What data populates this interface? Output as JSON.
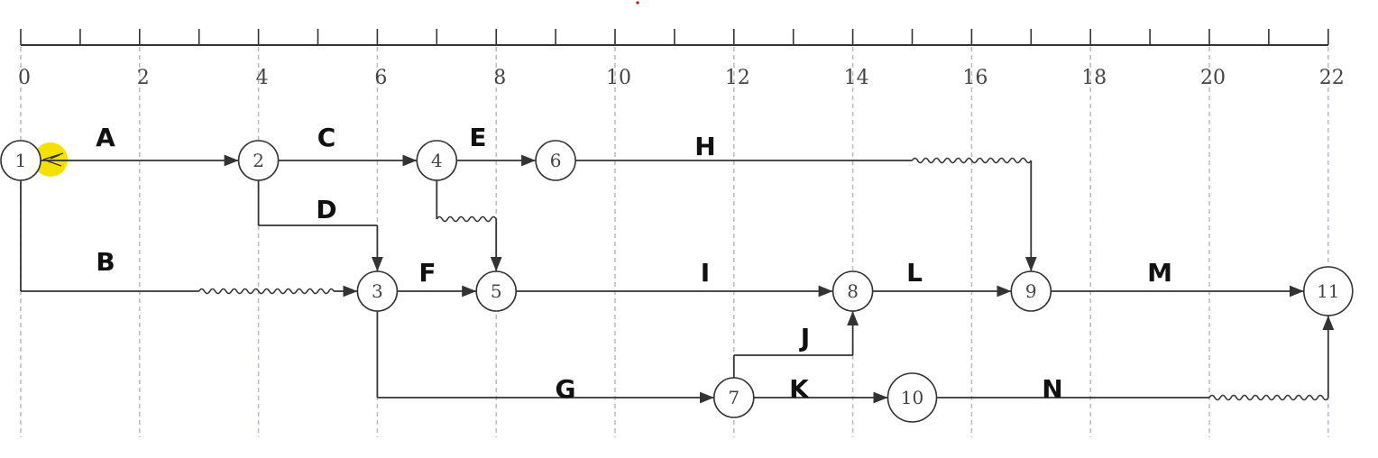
{
  "diagram": {
    "type": "time-scaled-network",
    "scale": {
      "min": 0,
      "max": 22,
      "major_step": 2,
      "minor_step": 1,
      "tick_labels": [
        "0",
        "2",
        "4",
        "6",
        "8",
        "10",
        "12",
        "14",
        "16",
        "18",
        "20",
        "22"
      ]
    },
    "nodes": [
      {
        "id": "1",
        "time": 0,
        "row": 1
      },
      {
        "id": "2",
        "time": 4,
        "row": 1
      },
      {
        "id": "4",
        "time": 7,
        "row": 1
      },
      {
        "id": "6",
        "time": 9,
        "row": 1
      },
      {
        "id": "3",
        "time": 6,
        "row": 2
      },
      {
        "id": "5",
        "time": 8,
        "row": 2
      },
      {
        "id": "8",
        "time": 14,
        "row": 2
      },
      {
        "id": "9",
        "time": 17,
        "row": 2
      },
      {
        "id": "11",
        "time": 22,
        "row": 2
      },
      {
        "id": "7",
        "time": 12,
        "row": 3
      },
      {
        "id": "10",
        "time": 15,
        "row": 3
      }
    ],
    "activities": [
      {
        "name": "A",
        "from": "1",
        "to": "2"
      },
      {
        "name": "C",
        "from": "2",
        "to": "4"
      },
      {
        "name": "E",
        "from": "4",
        "to": "6"
      },
      {
        "name": "H",
        "from": "6",
        "to": "9",
        "free_float_from": 15
      },
      {
        "name": "D",
        "from": "2",
        "to": "3"
      },
      {
        "name": "B",
        "from": "1",
        "to": "3",
        "free_float_from": 3
      },
      {
        "name": "F",
        "from": "3",
        "to": "5"
      },
      {
        "name": "I",
        "from": "5",
        "to": "8"
      },
      {
        "name": "L",
        "from": "8",
        "to": "9"
      },
      {
        "name": "M",
        "from": "9",
        "to": "11"
      },
      {
        "name": "J",
        "from": "7",
        "to": "8"
      },
      {
        "name": "G",
        "from": "3",
        "to": "7"
      },
      {
        "name": "K",
        "from": "7",
        "to": "10"
      },
      {
        "name": "N",
        "from": "10",
        "to": "11",
        "free_float_from": 20
      }
    ],
    "dummies": [
      {
        "from": "4",
        "to": "5",
        "free_float_from": 7
      }
    ],
    "colors": {
      "line": "#333333",
      "grid": "#b9b9c9",
      "highlight": "#f5e000",
      "accent_dot": "#cc0000"
    }
  }
}
